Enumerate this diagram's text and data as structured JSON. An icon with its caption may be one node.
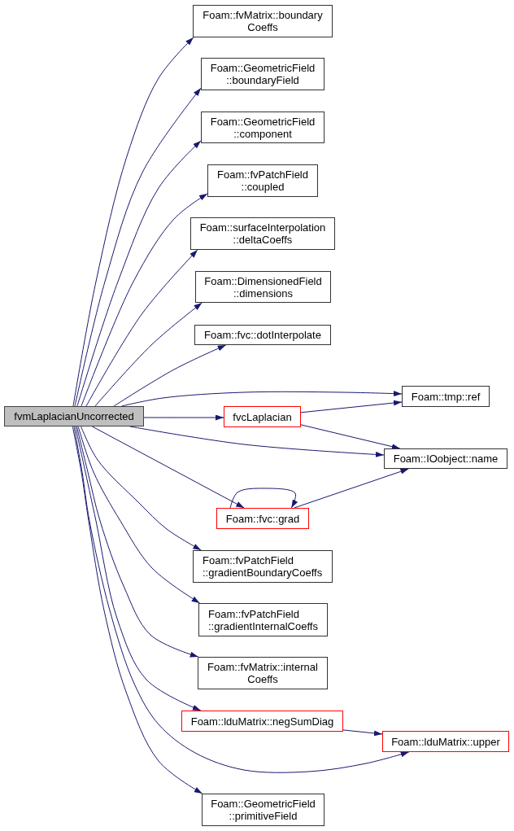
{
  "diagram": {
    "nodes": [
      {
        "text": [
          "fvmLaplacianUncorrected"
        ]
      },
      {
        "text": [
          "Foam::fvMatrix::boundary Coeffs"
        ]
      },
      {
        "text": [
          "Foam::GeometricField ::boundaryField"
        ]
      },
      {
        "text": [
          "Foam::GeometricField ::component"
        ]
      },
      {
        "text": [
          "Foam::fvPatchField ::coupled"
        ]
      },
      {
        "text": [
          "Foam::surfaceInterpolation ::deltaCoeffs"
        ]
      },
      {
        "text": [
          "Foam::DimensionedField ::dimensions"
        ]
      },
      {
        "text": [
          "Foam::fvc::dotInterpolate"
        ]
      },
      {
        "text": [
          "Foam::tmp::ref"
        ]
      },
      {
        "text": [
          "fvcLaplacian"
        ]
      },
      {
        "text": [
          "Foam::IOobject::name"
        ]
      },
      {
        "text": [
          "Foam::fvc::grad"
        ]
      },
      {
        "text": [
          "Foam::fvPatchField ::gradientBoundaryCoeffs"
        ]
      },
      {
        "text": [
          "Foam::fvPatchField ::gradientInternalCoeffs"
        ]
      },
      {
        "text": [
          "Foam::fvMatrix::internal Coeffs"
        ]
      },
      {
        "text": [
          "Foam::lduMatrix::negSumDiag"
        ]
      },
      {
        "text": [
          "Foam::lduMatrix::upper"
        ]
      },
      {
        "text": [
          "Foam::GeometricField ::primitiveField"
        ]
      }
    ],
    "edges": [
      {
        "from": 0,
        "to": 1,
        "arrow": "to"
      },
      {
        "from": 0,
        "to": 2,
        "arrow": "to"
      },
      {
        "from": 0,
        "to": 3,
        "arrow": "to"
      },
      {
        "from": 0,
        "to": 4,
        "arrow": "to"
      },
      {
        "from": 0,
        "to": 5,
        "arrow": "to"
      },
      {
        "from": 0,
        "to": 6,
        "arrow": "to"
      },
      {
        "from": 0,
        "to": 7,
        "arrow": "to"
      },
      {
        "from": 0,
        "to": 8,
        "arrow": "to"
      },
      {
        "from": 0,
        "to": 9,
        "arrow": "to"
      },
      {
        "from": 0,
        "to": 10,
        "arrow": "to"
      },
      {
        "from": 0,
        "to": 11,
        "arrow": "to"
      },
      {
        "from": 0,
        "to": 12,
        "arrow": "to"
      },
      {
        "from": 0,
        "to": 13,
        "arrow": "to"
      },
      {
        "from": 0,
        "to": 14,
        "arrow": "to"
      },
      {
        "from": 0,
        "to": 15,
        "arrow": "to"
      },
      {
        "from": 0,
        "to": 16,
        "arrow": "to"
      },
      {
        "from": 0,
        "to": 17,
        "arrow": "to"
      },
      {
        "from": 9,
        "to": 8,
        "arrow": "to"
      },
      {
        "from": 9,
        "to": 10,
        "arrow": "to"
      },
      {
        "from": 11,
        "to": 11,
        "arrow": "to"
      },
      {
        "from": 11,
        "to": 10,
        "arrow": "to"
      },
      {
        "from": 15,
        "to": 16,
        "arrow": "to"
      }
    ]
  }
}
